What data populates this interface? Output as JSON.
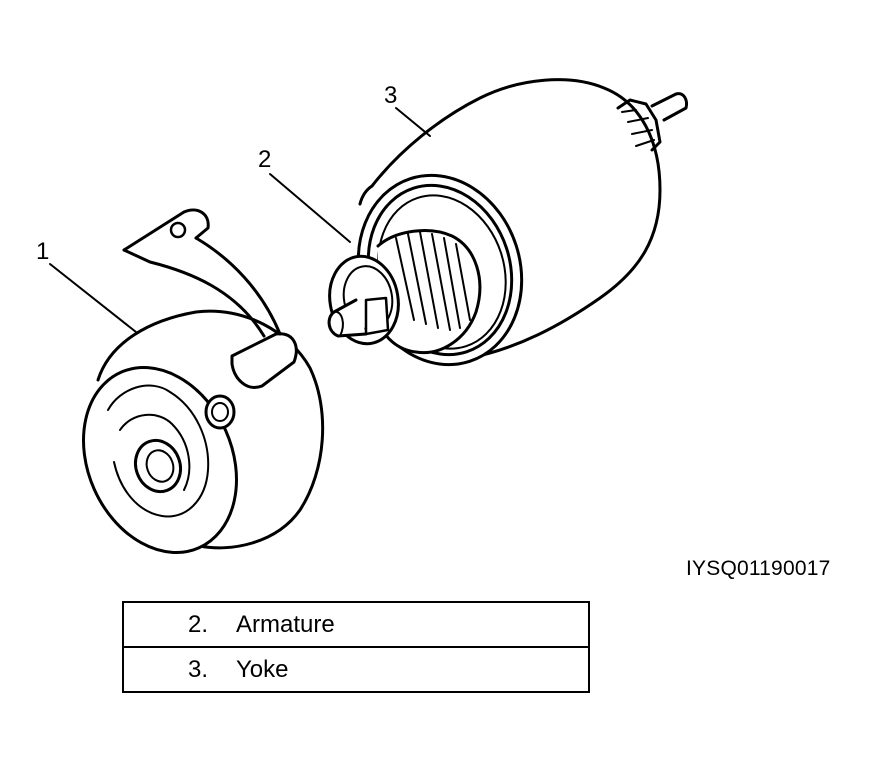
{
  "callouts": {
    "one": "1",
    "two": "2",
    "three": "3"
  },
  "figure_code": "IYSQ01190017",
  "legend": [
    {
      "number": "2.",
      "label": "Armature"
    },
    {
      "number": "3.",
      "label": "Yoke"
    }
  ]
}
